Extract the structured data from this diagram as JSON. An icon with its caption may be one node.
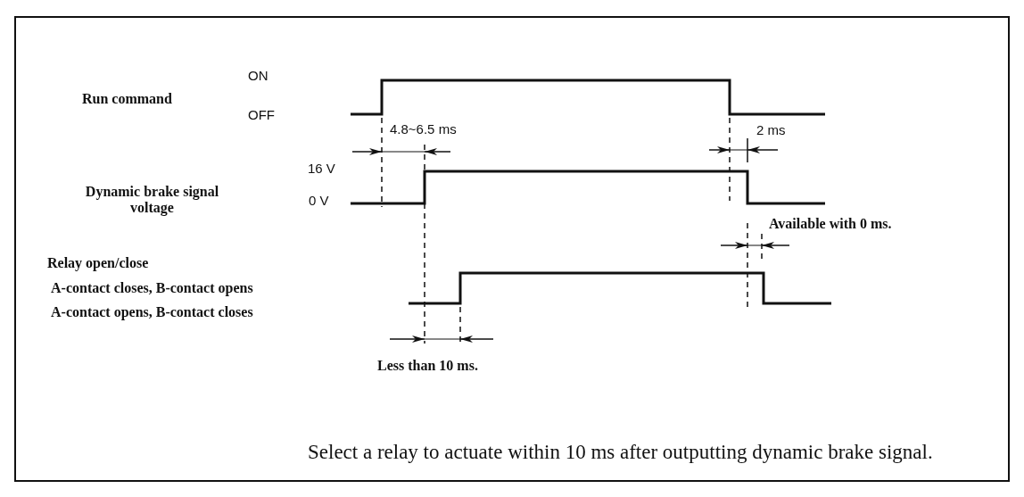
{
  "diagram": {
    "caption": "Select a relay to actuate within 10 ms after outputting dynamic brake signal.",
    "labels": [
      "ON",
      "Run command",
      "OFF",
      "4.8~6.5 ms",
      "2 ms",
      "16 V",
      "Dynamic brake signal voltage",
      "0 V",
      "Available with 0 ms.",
      "Relay open/close",
      "A-contact closes, B-contact opens",
      "A-contact opens, B-contact closes",
      "Less than 10 ms."
    ]
  }
}
